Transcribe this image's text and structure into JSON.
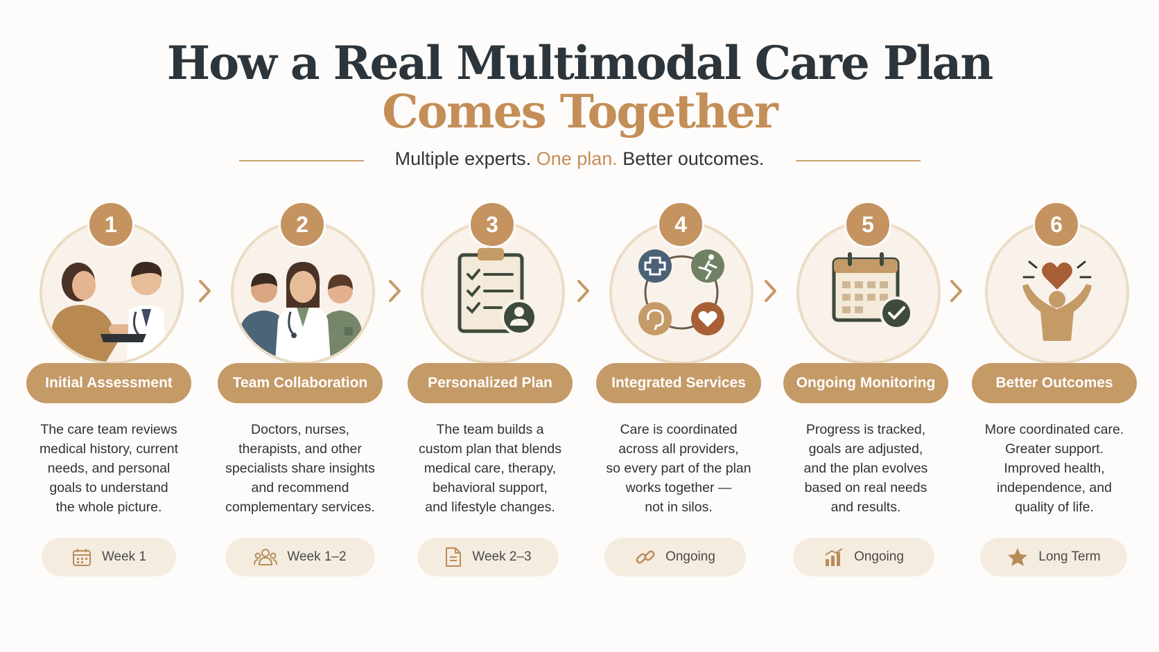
{
  "title": {
    "line1": "How a Real Multimodal Care Plan",
    "line2": "Comes Together"
  },
  "tagline": {
    "part1": "Multiple experts.",
    "part2": "One plan.",
    "part3": "Better outcomes."
  },
  "steps": [
    {
      "number": "1",
      "title": "Initial Assessment",
      "desc": [
        "The care team reviews",
        "medical history, current",
        "needs, and personal",
        "goals to understand",
        "the whole picture."
      ],
      "badge": "Week 1",
      "badge_icon": "calendar-icon",
      "illustration": "patient-doctor-consultation"
    },
    {
      "number": "2",
      "title": "Team Collaboration",
      "desc": [
        "Doctors, nurses,",
        "therapists, and other",
        "specialists share insights",
        "and recommend",
        "complementary services."
      ],
      "badge": "Week 1–2",
      "badge_icon": "team-icon",
      "illustration": "care-team"
    },
    {
      "number": "3",
      "title": "Personalized Plan",
      "desc": [
        "The team builds a",
        "custom plan that blends",
        "medical care, therapy,",
        "behavioral support,",
        "and lifestyle changes."
      ],
      "badge": "Week 2–3",
      "badge_icon": "document-icon",
      "illustration": "clipboard-checklist"
    },
    {
      "number": "4",
      "title": "Integrated Services",
      "desc": [
        "Care is coordinated",
        "across all providers,",
        "so every part of the plan",
        "works together —",
        "not in silos."
      ],
      "badge": "Ongoing",
      "badge_icon": "link-icon",
      "illustration": "service-cycle"
    },
    {
      "number": "5",
      "title": "Ongoing Monitoring",
      "desc": [
        "Progress is tracked,",
        "goals are adjusted,",
        "and the plan evolves",
        "based on real needs",
        "and results."
      ],
      "badge": "Ongoing",
      "badge_icon": "bar-chart-icon",
      "illustration": "calendar-check"
    },
    {
      "number": "6",
      "title": "Better Outcomes",
      "desc": [
        "More coordinated care.",
        "Greater support.",
        "Improved health,",
        "independence, and",
        "quality of life."
      ],
      "badge": "Long Term",
      "badge_icon": "star-icon",
      "illustration": "celebrating-person"
    }
  ],
  "colors": {
    "accent": "#c49a67",
    "title_dark": "#2c353b",
    "title_accent": "#c48e58",
    "badge_bg": "#f5ece0",
    "circle_bg": "#f8f2ea"
  }
}
